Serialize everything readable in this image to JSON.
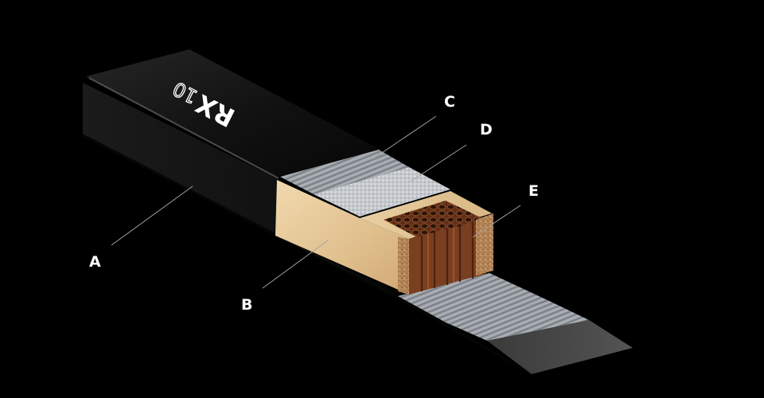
{
  "product": {
    "brand_mark": "RX",
    "model_number": "10"
  },
  "callouts": {
    "a": "A",
    "b": "B",
    "c": "C",
    "d": "D",
    "e": "E"
  },
  "colors": {
    "background": "#000000",
    "shell": "#141414",
    "label_text": "#ffffff",
    "leader_line": "#a0a0a0",
    "wood_core": "#e3c596",
    "honeycomb": "#7a3f20",
    "particle_board": "#b98d59",
    "metal_layer": "#9ea4ab",
    "foil_layer": "#c9cdd1",
    "base_layer": "#474747"
  }
}
